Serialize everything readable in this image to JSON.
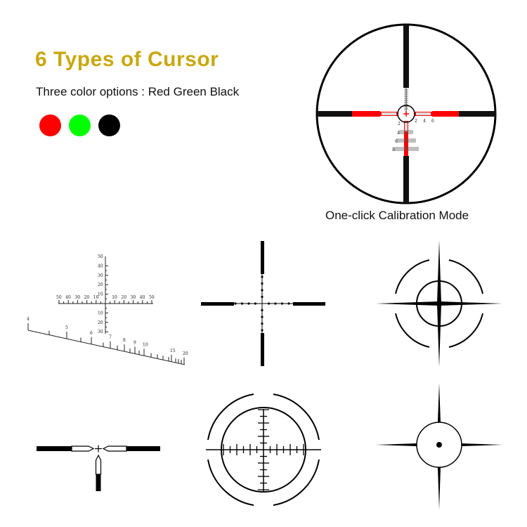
{
  "header": {
    "title": "6 Types of Cursor",
    "subtitle": "Three color options : Red Green Black"
  },
  "colors": {
    "title": "#c9a80f",
    "options": [
      {
        "name": "Red",
        "hex": "#ff0000"
      },
      {
        "name": "Green",
        "hex": "#00ff00"
      },
      {
        "name": "Black",
        "hex": "#000000"
      }
    ]
  },
  "calibration": {
    "caption": "One-click Calibration Mode",
    "h_labels": [
      "2",
      "4",
      "6"
    ],
    "v_labels": [
      "2",
      "4",
      "6",
      "8"
    ]
  },
  "ruler_reticle": {
    "h_labels": [
      "50",
      "40",
      "30",
      "20",
      "10",
      "10",
      "20",
      "30",
      "40",
      "50"
    ],
    "v_up_labels": [
      "50",
      "40",
      "30",
      "20",
      "10"
    ],
    "v_down_labels": [
      "10",
      "20",
      "30"
    ],
    "range_labels": [
      "4",
      "5",
      "6",
      "7",
      "8",
      "9",
      "10",
      "15",
      "20"
    ]
  }
}
